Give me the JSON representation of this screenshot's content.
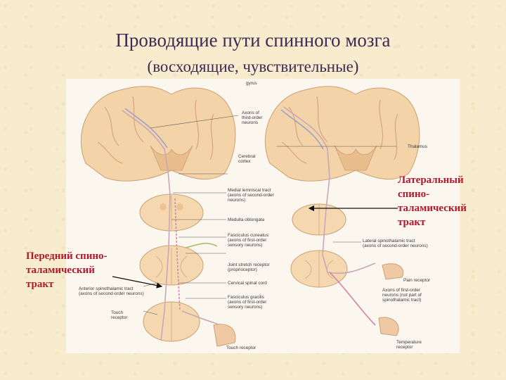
{
  "title": {
    "line1": "Проводящие пути  спинного мозга",
    "line2": "(восходящие, чувствительные)"
  },
  "annotations": {
    "lateral": [
      "Латеральный",
      "спино-",
      "таламический",
      "тракт"
    ],
    "anterior": [
      "Передний спино-",
      "таламический",
      "тракт"
    ]
  },
  "figure_labels": {
    "gyrus": "gyrus",
    "axons_third": [
      "Axons of",
      "third-order",
      "neurons"
    ],
    "thalamus": "Thalamus",
    "cerebral_cortex": [
      "Cerebral",
      "cortex"
    ],
    "medial_lemniscal": [
      "Medial lemniscal tract",
      "(axons of second-order",
      "neurons)"
    ],
    "medulla": "Medulla oblongata",
    "fasciculus_cuneatus": [
      "Fasciculus cuneatus",
      "(axons of first-order",
      "sensory neurons)"
    ],
    "lateral_spinothalamic": [
      "Lateral spinothalamic tract",
      "(axons of second-order neurons)"
    ],
    "joint_stretch": [
      "Joint stretch receptor",
      "(proprioceptor)"
    ],
    "cervical_cord": "Cervical spinal cord",
    "pain_receptor": "Pain receptor",
    "anterior_spinothalamic": [
      "Anterior spinothalamic tract",
      "(axons of second-order neurons)"
    ],
    "axon_first_order": [
      "Axons of first-order",
      "neurons (not part of",
      "spinothalamic tract)"
    ],
    "fasciculus_gracilis": [
      "Fasciculus gracilis",
      "(axons of first-order",
      "sensory neurons)"
    ],
    "touch_receptor_left": [
      "Touch",
      "receptor"
    ],
    "touch_receptor_bottom": "Touch receptor",
    "temperature_receptor": [
      "Temperature",
      "receptor"
    ]
  }
}
